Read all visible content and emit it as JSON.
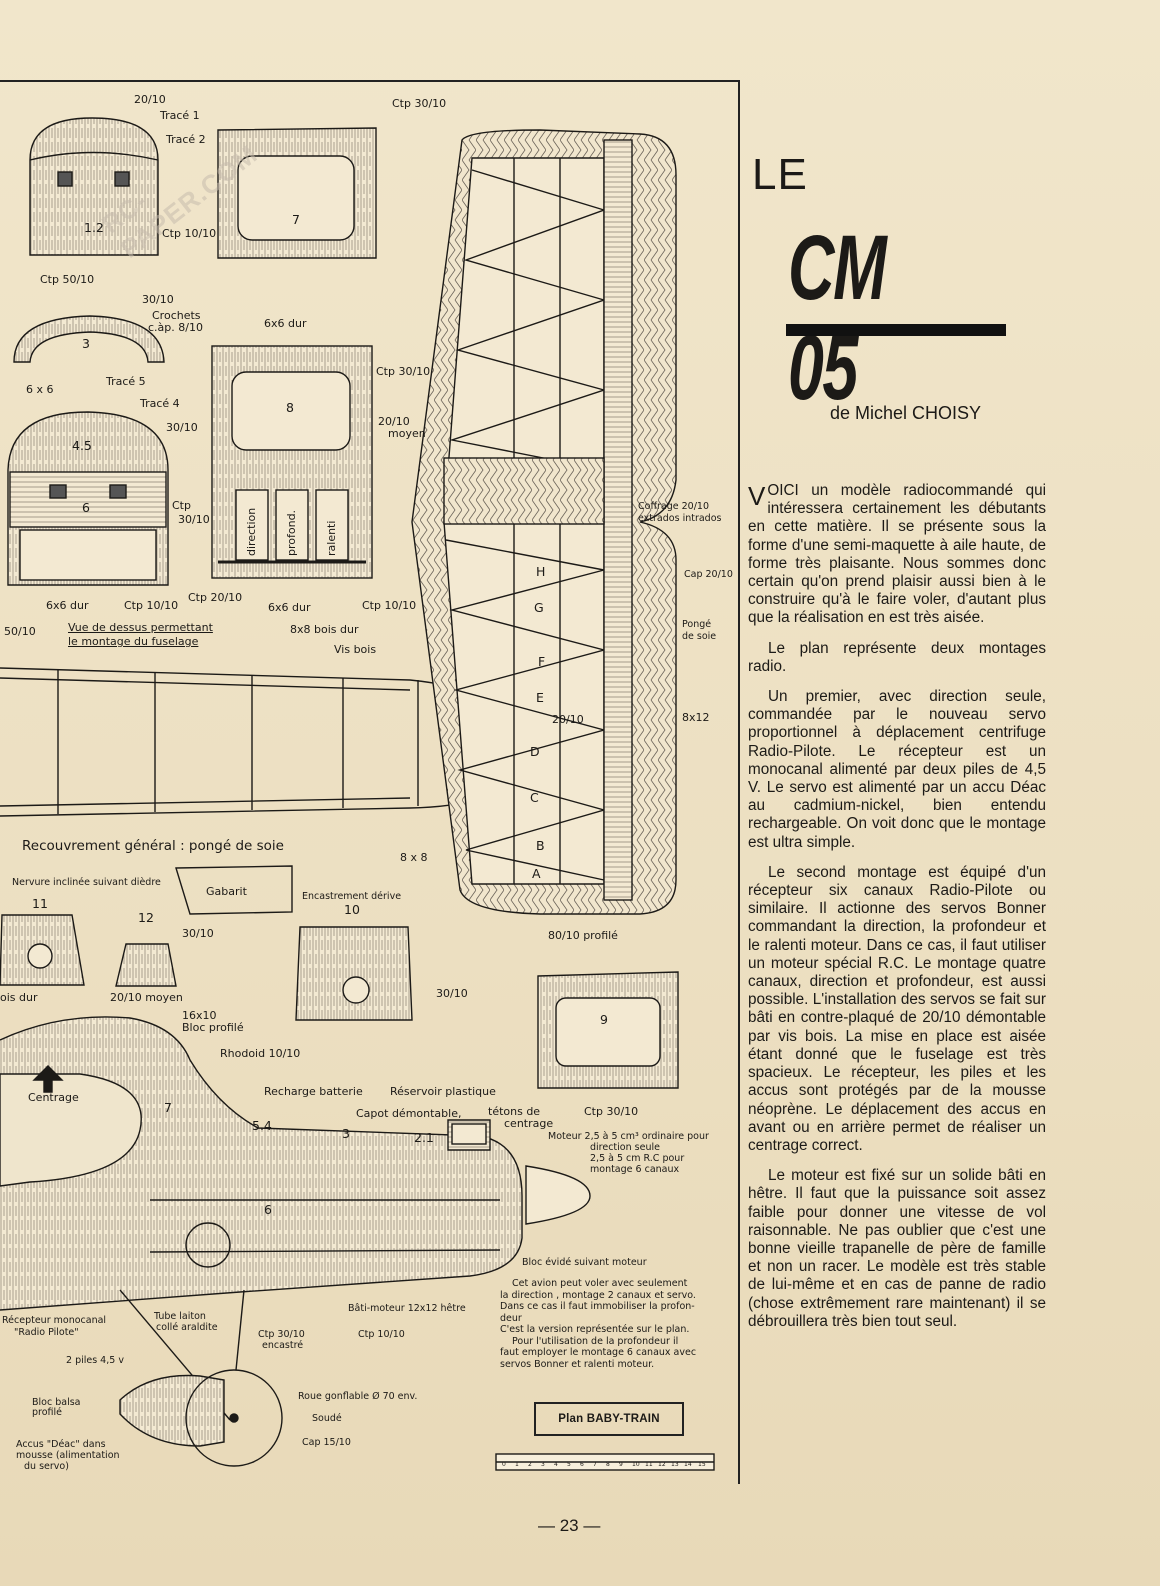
{
  "watermark": "RC-PAPER.COM",
  "plan": {
    "labels": {
      "a2010": "20/10",
      "trace1": "Tracé 1",
      "trace2": "Tracé 2",
      "ctp3010_top": "Ctp 30/10",
      "ctp1010_a": "Ctp 10/10",
      "ctp5010": "Ctp 50/10",
      "n12": "1.2",
      "n7": "7",
      "b3010": "30/10",
      "crochets": "Crochets",
      "cap810": "c.àp. 8/10",
      "dur6x6_top": "6x6 dur",
      "n3": "3",
      "l6x6": "6 x 6",
      "trace5": "Tracé 5",
      "trace4": "Tracé 4",
      "c3010": "30/10",
      "n45": "4.5",
      "ctp_b": "Ctp",
      "b3010b": "30/10",
      "n6": "6",
      "ctp3010_mid": "Ctp 30/10",
      "n8": "8",
      "moyen2010": "20/10",
      "moyen": "moyen",
      "direction": "direction",
      "profond": "profond.",
      "ralenti": "ralenti",
      "dur6x6_l": "6x6 dur",
      "ctp1010_b": "Ctp 10/10",
      "ctp2010": "Ctp 20/10",
      "dur6x6_m": "6x6 dur",
      "ctp1010_c": "Ctp 10/10",
      "bois8x8": "8x8 bois dur",
      "visbois": "Vis bois",
      "l5010": "50/10",
      "vue_dessus1": "Vue de dessus permettant",
      "vue_dessus2": "le montage du fuselage",
      "coffrage1": "Coffrage 20/10",
      "coffrage2": "extrados intrados",
      "cap2010": "Cap 20/10",
      "ponge1": "Pongé",
      "ponge2": "de soie",
      "h": "H",
      "g": "G",
      "f": "F",
      "e": "E",
      "d": "D",
      "c": "C",
      "b": "B",
      "a": "A",
      "w2010": "20/10",
      "w8x12": "8x12",
      "w8x8": "8 x 8",
      "recouvrement": "Recouvrement général : pongé de soie",
      "nervure": "Nervure inclinée suivant dièdre",
      "gabarit": "Gabarit",
      "encastrement": "Encastrement dérive",
      "n11": "11",
      "n12b": "12",
      "n10": "10",
      "r3010": "30/10",
      "profile8010": "80/10 profilé",
      "ctp3010_r": "30/10",
      "n9": "9",
      "boisdur": "ois dur",
      "moyen2010b": "20/10 moyen",
      "bloc16": "16x10",
      "blocprofile": "Bloc profilé",
      "rhodoid": "Rhodoid 10/10",
      "centrage": "Centrage",
      "recharge": "Recharge batterie",
      "reservoir": "Réservoir plastique",
      "capot": "Capot démontable,",
      "tetons": "tétons de",
      "centrage2": "centrage",
      "ctp3010_9": "Ctp 30/10",
      "n54": "5.4",
      "n3b": "3",
      "n21": "2.1",
      "n6b": "6",
      "n7b": "7",
      "moteur1": "Moteur 2,5 à 5 cm³ ordinaire pour",
      "moteur2": "direction seule",
      "moteur3": "2,5 à 5 cm R.C pour",
      "moteur4": "montage 6 canaux",
      "blocevide": "Bloc évidé suivant moteur",
      "recepteur1": "Récepteur monocanal",
      "recepteur2": "\"Radio Pilote\"",
      "tube1": "Tube laiton",
      "tube2": "collé araldite",
      "bati": "Bâti-moteur 12x12 hêtre",
      "ctp3010_enc": "Ctp 30/10",
      "encastre": "encastré",
      "ctp1010_d": "Ctp 10/10",
      "piles": "2 piles 4,5 v",
      "blocbalsa1": "Bloc balsa",
      "blocbalsa2": "profilé",
      "roue": "Roue gonflable Ø 70 env.",
      "soude": "Soudé",
      "cap1510": "Cap 15/10",
      "accus1": "Accus \"Déac\" dans",
      "accus2": "mousse (alimentation",
      "accus3": "du servo)"
    },
    "note_lines": [
      "Cet avion peut voler avec seulement",
      "la direction , montage 2 canaux et servo.",
      "Dans ce cas il faut immobiliser la profon-",
      "deur",
      "C'est la version représentée sur le plan.",
      "Pour l'utilisation de la profondeur il",
      "faut employer le montage 6 canaux avec",
      "servos Bonner et ralenti moteur."
    ],
    "plan_title": "Plan BABY-TRAIN",
    "ruler_ticks": [
      "0",
      "1",
      "2",
      "3",
      "4",
      "5",
      "6",
      "7",
      "8",
      "9",
      "10",
      "11",
      "12",
      "13",
      "14",
      "15"
    ]
  },
  "article": {
    "le": "LE",
    "title": "CM 05",
    "byline": "de Michel CHOISY",
    "dropcap": "V",
    "paragraphs": [
      "OICI un modèle radiocommandé qui intéressera certainement les débutants en cette matière. Il se présente sous la forme d'une semi-maquette à aile haute, de forme très plaisante. Nous sommes donc certain qu'on prend plaisir aussi bien à le construire qu'à le faire voler, d'autant plus que la réalisation en est très aisée.",
      "Le plan représente deux montages radio.",
      "Un premier, avec direction seule, commandée par le nouveau servo proportionnel à déplacement centrifuge Radio-Pilote. Le récepteur est un monocanal alimenté par deux piles de 4,5 V. Le servo est alimenté par un accu Déac au cadmium-nickel, bien entendu rechargeable. On voit donc que le montage est ultra simple.",
      "Le second montage est équipé d'un récepteur six canaux Radio-Pilote ou similaire. Il actionne des servos Bonner commandant la direction, la profondeur et le ralenti moteur. Dans ce cas, il faut utiliser un moteur spécial R.C. Le montage quatre canaux, direction et profondeur, est aussi possible. L'installation des servos se fait sur bâti en contre-plaqué de 20/10 démontable par vis bois. La mise en place est aisée étant donné que le fuselage est très spacieux. Le récepteur, les piles et les accus sont protégés par de la mousse néoprène. Le déplacement des accus en avant ou en arrière permet de réaliser un centrage correct.",
      "Le moteur est fixé sur un solide bâti en hêtre. Il faut que la puissance soit assez faible pour donner une vitesse de vol raisonnable. Ne pas oublier que c'est une bonne vieille trapanelle de père de famille et non un racer. Le modèle est très stable de lui-même et en cas de panne de radio (chose extrêmement rare maintenant) il se débrouillera très bien tout seul."
    ]
  },
  "page_number": "— 23 —"
}
